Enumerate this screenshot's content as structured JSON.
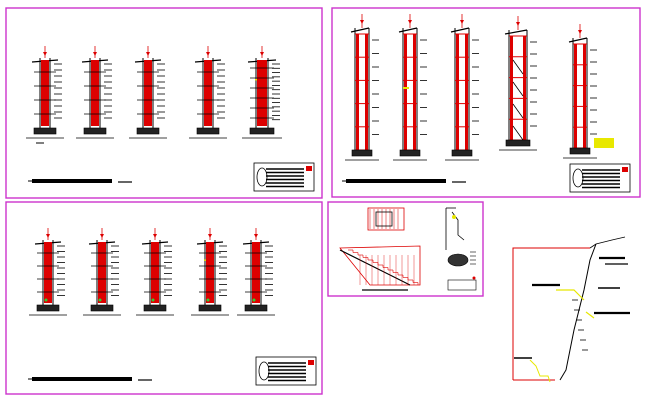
{
  "drawing": {
    "background": "#ffffff",
    "colors": {
      "frame": "#cc33cc",
      "section_red": "#dd0000",
      "line_black": "#000000",
      "accent_yellow": "#e8e800",
      "accent_green": "#33cc33",
      "accent_cyan": "#00cccc"
    },
    "sheets": [
      {
        "id": "sheet-1",
        "sections": 5,
        "type": "wall-sections"
      },
      {
        "id": "sheet-2",
        "sections": 5,
        "type": "building-sections"
      },
      {
        "id": "sheet-3",
        "sections": 5,
        "type": "wall-sections"
      },
      {
        "id": "sheet-4",
        "content": "stair-plan-and-section-details"
      },
      {
        "id": "detail-5",
        "content": "enlarged-wall-section-detail"
      }
    ]
  }
}
